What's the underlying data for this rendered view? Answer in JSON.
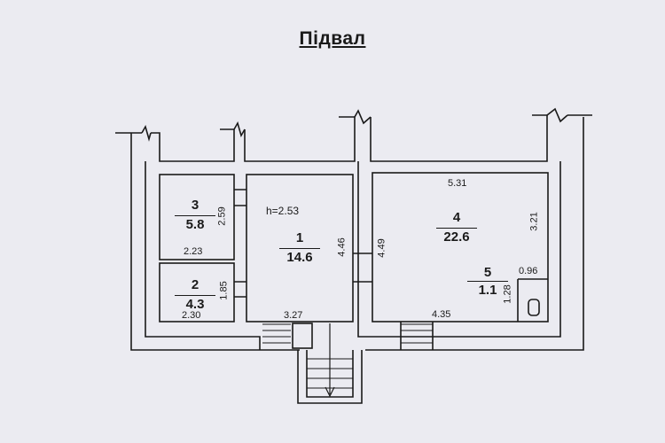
{
  "title": "Підвал",
  "height_label": "h=2.53",
  "rooms": [
    {
      "number": "1",
      "area": "14.6"
    },
    {
      "number": "2",
      "area": "4.3"
    },
    {
      "number": "3",
      "area": "5.8"
    },
    {
      "number": "4",
      "area": "22.6"
    },
    {
      "number": "5",
      "area": "1.1"
    }
  ],
  "dimensions": {
    "d531": "5.31",
    "d259": "2.59",
    "d446": "4.46",
    "d449": "4.49",
    "d321": "3.21",
    "d223": "2.23",
    "d185": "1.85",
    "d230": "2.30",
    "d327": "3.27",
    "d435": "4.35",
    "d096": "0.96",
    "d128": "1.28"
  }
}
